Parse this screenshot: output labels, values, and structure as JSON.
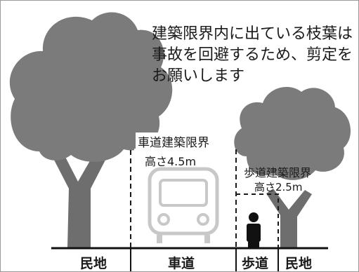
{
  "notice": {
    "lines": [
      "建築限界内に出ている枝葉は",
      "事故を回避するため、剪定を",
      "お願いします"
    ]
  },
  "roadway_clearance": {
    "title": "車道建築限界",
    "height": "高さ4.5m"
  },
  "sidewalk_clearance": {
    "title": "歩道建築限界",
    "height": "高さ2.5m"
  },
  "ground_labels": {
    "private_land_left": "民地",
    "roadway": "車道",
    "sidewalk": "歩道",
    "private_land_right": "民地"
  },
  "colors": {
    "tree_crown": "#7b7b7b",
    "tree_trunk": "#6e6e6e",
    "ground": "#111111",
    "bus_outline": "#c8c8c8",
    "text": "#1a1a1a"
  }
}
